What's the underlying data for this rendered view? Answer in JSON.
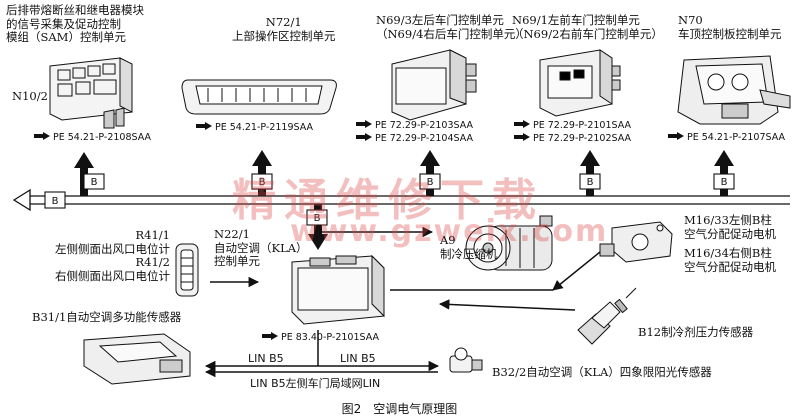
{
  "modules": {
    "sam": {
      "lines": [
        "后排带熔断丝和继电器模块",
        "的信号采集及促动控制",
        "模组（SAM）控制单元"
      ],
      "code": "N10/2",
      "ref": "PE 54.21-P-2108SAA"
    },
    "n72": {
      "lines": [
        "N72/1",
        "上部操作区控制单元"
      ],
      "ref": "PE 54.21-P-2119SAA"
    },
    "n69_rear": {
      "lines": [
        "N69/3左后车门控制单元",
        "（N69/4右后车门控制单元）"
      ],
      "ref1": "PE 72.29-P-2103SAA",
      "ref2": "PE 72.29-P-2104SAA"
    },
    "n69_front": {
      "lines": [
        "N69/1左前车门控制单元",
        "（N69/2右前车门控制单元）"
      ],
      "ref1": "PE 72.29-P-2101SAA",
      "ref2": "PE 72.29-P-2102SAA"
    },
    "n70": {
      "lines": [
        "N70",
        "车顶控制板控制单元"
      ],
      "ref": "PE 54.21-P-2107SAA"
    },
    "r41": {
      "lines": [
        "R41/1",
        "左侧侧面出风口电位计",
        "R41/2",
        "右侧侧面出风口电位计"
      ]
    },
    "n22": {
      "lines": [
        "N22/1",
        "自动空调（KLA）",
        "控制单元"
      ],
      "ref": "PE 83.40-P-2101SAA"
    },
    "compressor": {
      "lines": [
        "A9",
        "制冷压缩机"
      ]
    },
    "m16": {
      "lines": [
        "M16/33左侧B柱",
        "空气分配促动电机",
        "M16/34右侧B柱",
        "空气分配促动电机"
      ]
    },
    "b31": {
      "lines": [
        "B31/1自动空调多功能传感器"
      ]
    },
    "b12": {
      "lines": [
        "B12制冷剂压力传感器"
      ]
    },
    "b32": {
      "lines": [
        "B32/2自动空调（KLA）四象限阳光传感器"
      ]
    }
  },
  "bus": {
    "b_label": "B",
    "lin_left": "LIN B5",
    "lin_right": "LIN B5",
    "lin_main": "LIN B5左侧车门局域网LIN"
  },
  "watermark": {
    "cn": "精通维修下载",
    "url": "www.gzweix.com"
  },
  "caption": "图2　空调电气原理图",
  "colors": {
    "line": "#111111",
    "watermark": "#e04a4a"
  }
}
